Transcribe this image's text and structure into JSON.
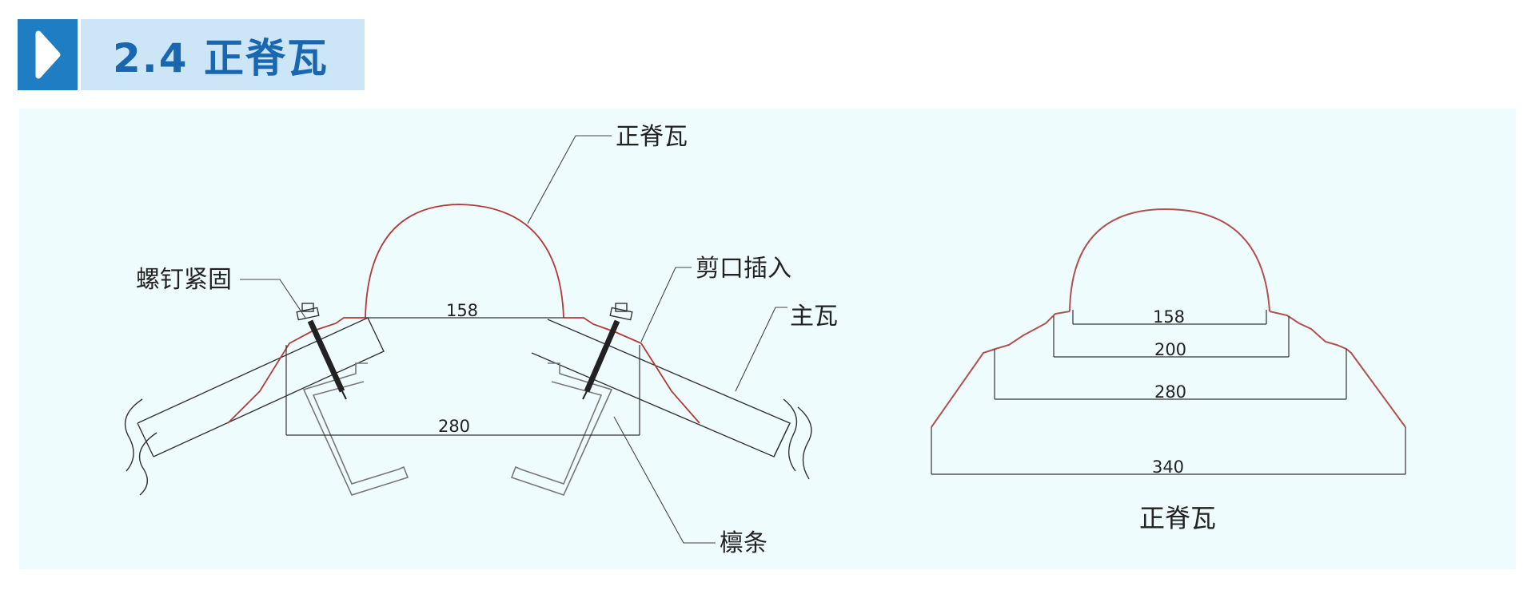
{
  "header": {
    "title": "2.4 正脊瓦",
    "icon": "play-triangle-icon"
  },
  "colors": {
    "accent": "#1f7dc4",
    "header_bg": "#cce6f7",
    "panel_bg": "#effcfd",
    "tile_red": "#b23a3a",
    "line": "#333333"
  },
  "left_diagram": {
    "labels": {
      "ridge_tile": "正脊瓦",
      "screw": "螺钉紧固",
      "cut_insert": "剪口插入",
      "main_tile": "主瓦",
      "purlin": "檩条"
    },
    "dims": {
      "inner": "158",
      "outer": "280"
    }
  },
  "right_diagram": {
    "dims": {
      "d1": "158",
      "d2": "200",
      "d3": "280",
      "d4": "340"
    },
    "caption": "正脊瓦"
  }
}
